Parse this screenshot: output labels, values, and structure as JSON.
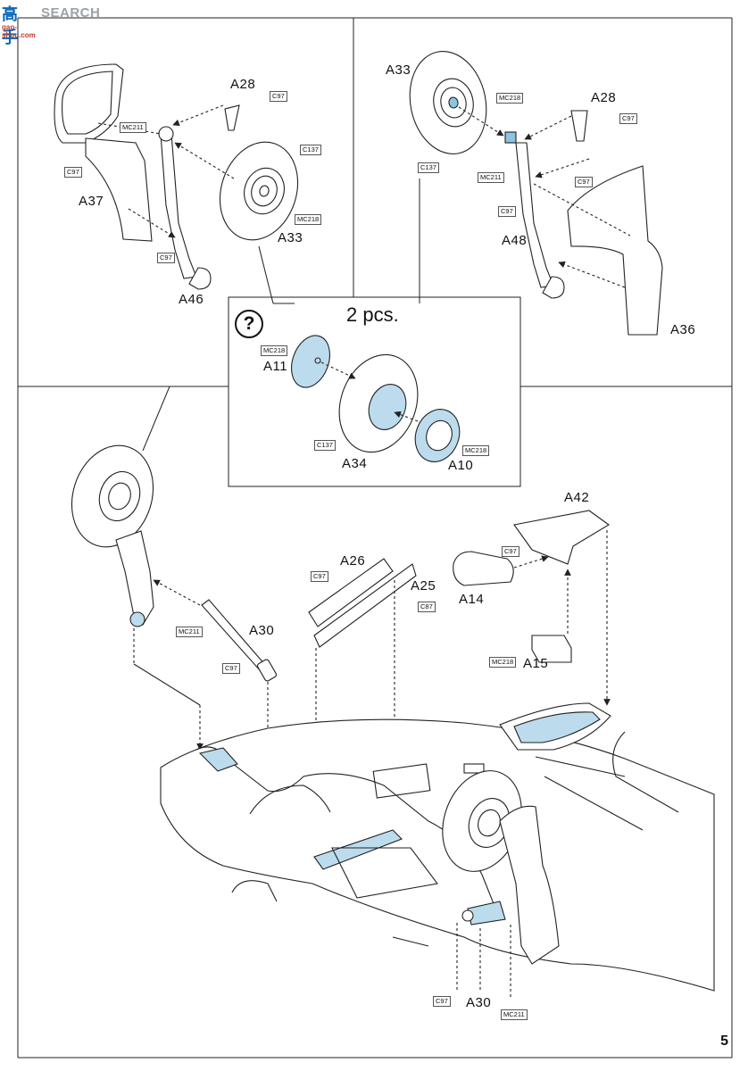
{
  "watermark": {
    "logo_cn": "高手",
    "logo_en": "SEARCH",
    "url": "gao-shou.com"
  },
  "page_number": "5",
  "quantity_note": "2 pcs.",
  "colors": {
    "line": "#222222",
    "fill_blue": "#bcdcee",
    "highlight_blue": "#8cc4e2"
  },
  "part_labels": [
    "A28",
    "A37",
    "A46",
    "A33",
    "A33",
    "A28",
    "A48",
    "A36",
    "A11",
    "A34",
    "A10",
    "A26",
    "A25",
    "A42",
    "A14",
    "A15",
    "A30",
    "A30"
  ],
  "color_codes": [
    "C97",
    "C97",
    "MC211",
    "C137",
    "MC218",
    "C97",
    "MC218",
    "C97",
    "C137",
    "MC211",
    "C97",
    "C97",
    "MC218",
    "C137",
    "MC218",
    "C97",
    "C87",
    "C97",
    "MC218",
    "MC211",
    "C97",
    "C97",
    "MC211"
  ]
}
